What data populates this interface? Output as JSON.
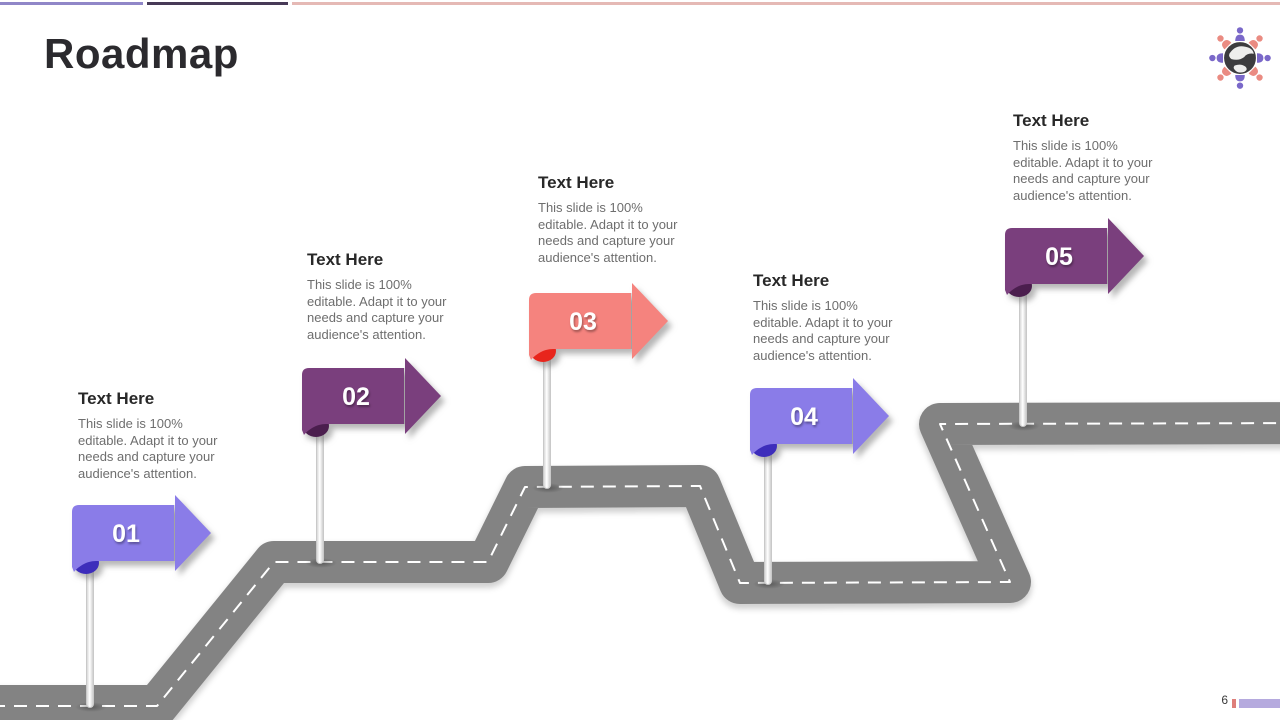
{
  "slide": {
    "title": "Roadmap",
    "page_number": "6"
  },
  "brand": {
    "top_bar_colors": [
      "#9087c8",
      "#473a57",
      "#e5b9b5"
    ],
    "footer_bar_colors": [
      "#de7f7a",
      "#b5aade"
    ]
  },
  "logo": {
    "name": "globe-people-logo",
    "globe_color": "#3c3c3f",
    "person_color_a": "#7a68c9",
    "person_color_b": "#ea8b82"
  },
  "road": {
    "color": "#838383",
    "dash_color": "#ffffff"
  },
  "milestones": [
    {
      "number": "01",
      "heading": "Text Here",
      "body": "This slide is 100% editable. Adapt it to your needs and capture your audience's attention.",
      "arrow_color": "#8a7ce8",
      "curl_color": "#3d2dbb"
    },
    {
      "number": "02",
      "heading": "Text Here",
      "body": "This slide is 100% editable. Adapt it to your needs and capture your audience's attention.",
      "arrow_color": "#7a3f7d",
      "curl_color": "#4b1e4e"
    },
    {
      "number": "03",
      "heading": "Text Here",
      "body": "This slide is 100% editable. Adapt it to your needs and capture your audience's attention.",
      "arrow_color": "#f5837e",
      "curl_color": "#e8251c"
    },
    {
      "number": "04",
      "heading": "Text Here",
      "body": "This slide is 100% editable. Adapt it to your needs and capture your audience's attention.",
      "arrow_color": "#8a7ce8",
      "curl_color": "#3d2dbb"
    },
    {
      "number": "05",
      "heading": "Text Here",
      "body": "This slide is 100% editable. Adapt it to your needs and capture your audience's attention.",
      "arrow_color": "#7a3f7d",
      "curl_color": "#4b1e4e"
    }
  ]
}
